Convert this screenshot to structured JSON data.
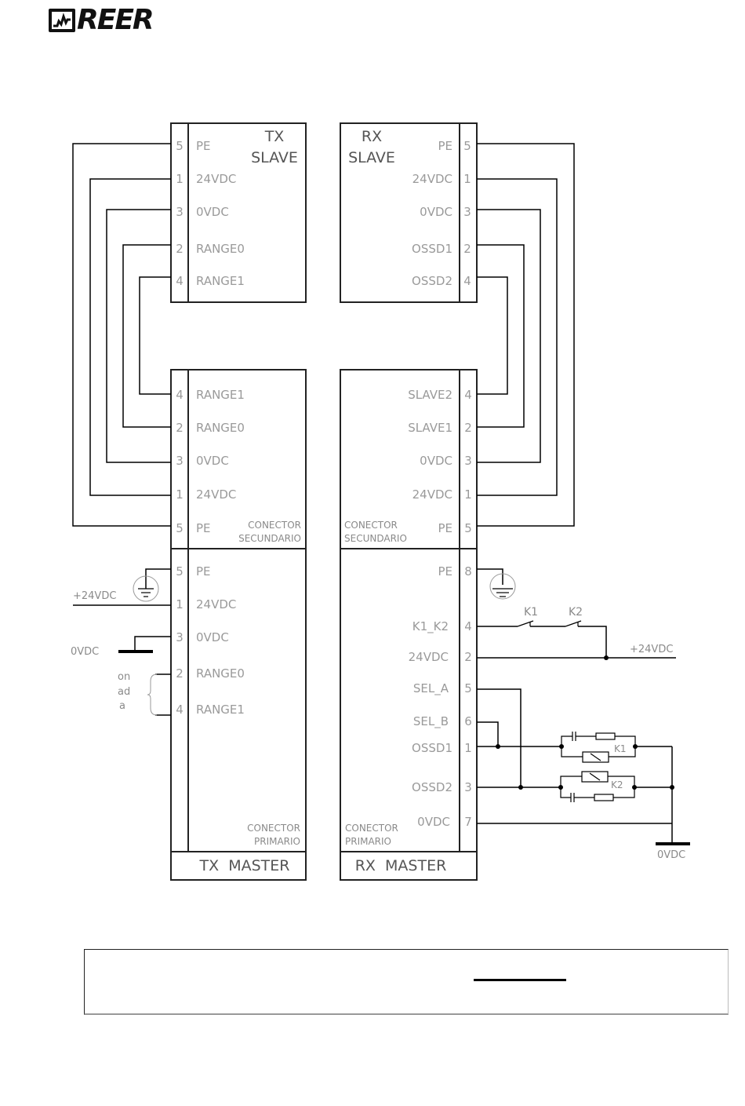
{
  "header": {
    "logo_text": "REER",
    "logo_icon": "reer-waveform-logo-icon"
  },
  "tx_slave": {
    "title_line1": "TX",
    "title_line2": "SLAVE",
    "pins": [
      {
        "num": "5",
        "label": "PE"
      },
      {
        "num": "1",
        "label": "24VDC"
      },
      {
        "num": "3",
        "label": "0VDC"
      },
      {
        "num": "2",
        "label": "RANGE0"
      },
      {
        "num": "4",
        "label": "RANGE1"
      }
    ]
  },
  "rx_slave": {
    "title_line1": "RX",
    "title_line2": "SLAVE",
    "pins": [
      {
        "num": "5",
        "label": "PE"
      },
      {
        "num": "1",
        "label": "24VDC"
      },
      {
        "num": "3",
        "label": "0VDC"
      },
      {
        "num": "2",
        "label": "OSSD1"
      },
      {
        "num": "4",
        "label": "OSSD2"
      }
    ]
  },
  "tx_master": {
    "footer_label": "TX  MASTER",
    "secondary_connector": {
      "label_line1": "CONECTOR",
      "label_line2": "SECUNDARIO",
      "pins": [
        {
          "num": "4",
          "label": "RANGE1"
        },
        {
          "num": "2",
          "label": "RANGE0"
        },
        {
          "num": "3",
          "label": "0VDC"
        },
        {
          "num": "1",
          "label": "24VDC"
        },
        {
          "num": "5",
          "label": "PE"
        }
      ]
    },
    "primary_connector": {
      "label_line1": "CONECTOR",
      "label_line2": "PRIMARIO",
      "pins": [
        {
          "num": "5",
          "label": "PE"
        },
        {
          "num": "1",
          "label": "24VDC"
        },
        {
          "num": "3",
          "label": "0VDC"
        },
        {
          "num": "2",
          "label": "RANGE0"
        },
        {
          "num": "4",
          "label": "RANGE1"
        }
      ]
    }
  },
  "rx_master": {
    "footer_label": "RX  MASTER",
    "secondary_connector": {
      "label_line1": "CONECTOR",
      "label_line2": "SECUNDARIO",
      "pins": [
        {
          "num": "4",
          "label": "SLAVE2"
        },
        {
          "num": "2",
          "label": "SLAVE1"
        },
        {
          "num": "3",
          "label": "0VDC"
        },
        {
          "num": "1",
          "label": "24VDC"
        },
        {
          "num": "5",
          "label": "PE"
        }
      ]
    },
    "primary_connector": {
      "label_line1": "CONECTOR",
      "label_line2": "PRIMARIO",
      "pins": [
        {
          "num": "8",
          "label": "PE"
        },
        {
          "num": "4",
          "label": "K1_K2"
        },
        {
          "num": "2",
          "label": "24VDC"
        },
        {
          "num": "5",
          "label": "SEL_A"
        },
        {
          "num": "6",
          "label": "SEL_B"
        },
        {
          "num": "1",
          "label": "OSSD1"
        },
        {
          "num": "3",
          "label": "OSSD2"
        },
        {
          "num": "7",
          "label": "0VDC"
        }
      ]
    }
  },
  "external": {
    "tx_supply_label": "+24VDC",
    "tx_ground_label": "0VDC",
    "range_note_lines": [
      "on",
      "ad",
      "a"
    ],
    "rx_supply_label": "+24VDC",
    "rx_ground_label": "0VDC",
    "contact_k1": "K1",
    "contact_k2": "K2",
    "relay_k1": "K1",
    "relay_k2": "K2"
  },
  "note_box": {
    "text": ""
  }
}
